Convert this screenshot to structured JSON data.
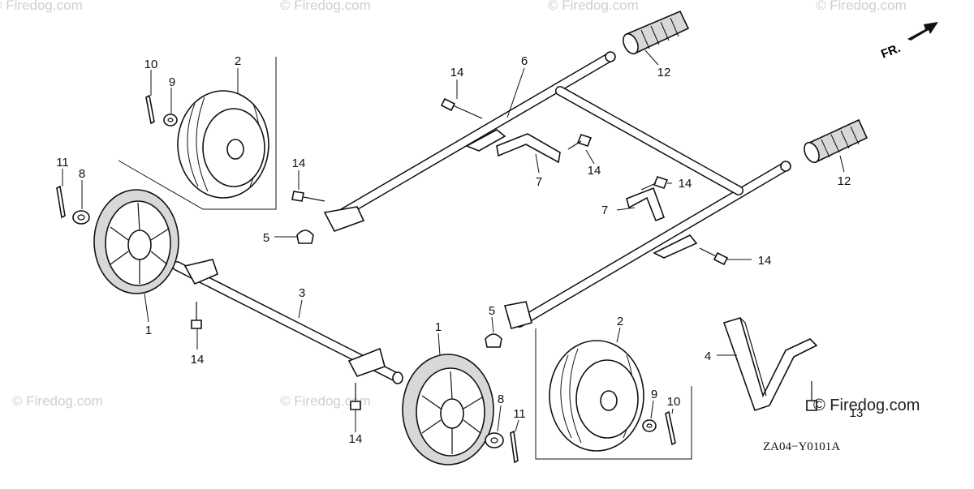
{
  "diagram": {
    "code": "ZA04−Y0101A",
    "direction_label": "FR.",
    "watermark": "© Firedog.com",
    "callouts": {
      "c1a": "1",
      "c1b": "1",
      "c2a": "2",
      "c2b": "2",
      "c3": "3",
      "c4": "4",
      "c5a": "5",
      "c5b": "5",
      "c6": "6",
      "c7a": "7",
      "c7b": "7",
      "c8a": "8",
      "c8b": "8",
      "c9a": "9",
      "c9b": "9",
      "c10a": "10",
      "c10b": "10",
      "c11a": "11",
      "c11b": "11",
      "c12a": "12",
      "c12b": "12",
      "c13": "13",
      "c14a": "14",
      "c14b": "14",
      "c14c": "14",
      "c14d": "14",
      "c14e": "14",
      "c14f": "14",
      "c14g": "14"
    }
  }
}
